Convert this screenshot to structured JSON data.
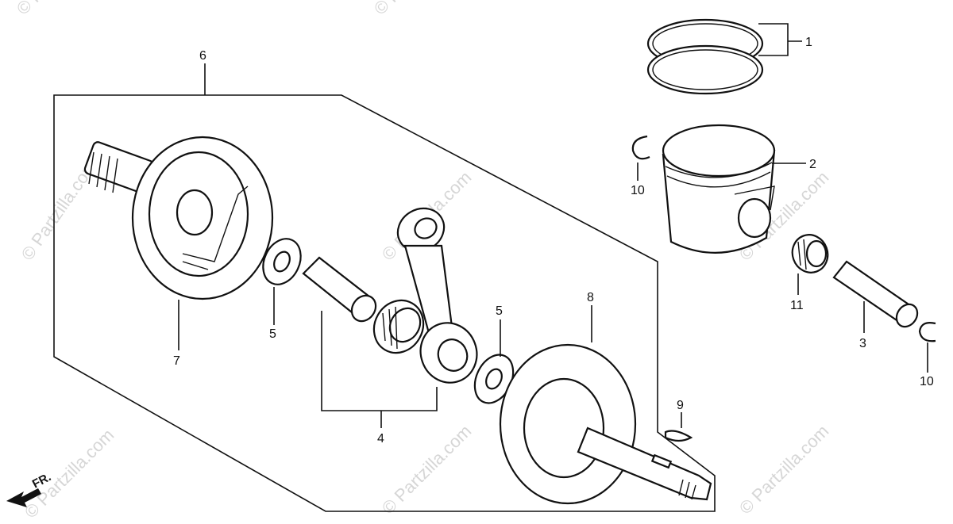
{
  "labels": {
    "l1": "1",
    "l2": "2",
    "l3": "3",
    "l4": "4",
    "l5a": "5",
    "l5b": "5",
    "l6": "6",
    "l7": "7",
    "l8": "8",
    "l9": "9",
    "l10a": "10",
    "l10b": "10",
    "l11": "11"
  },
  "direction_marker": "FR.",
  "watermark": "© Partzilla.com",
  "colors": {
    "line": "#111111",
    "watermark": "#d6d6d6",
    "background": "#ffffff"
  }
}
